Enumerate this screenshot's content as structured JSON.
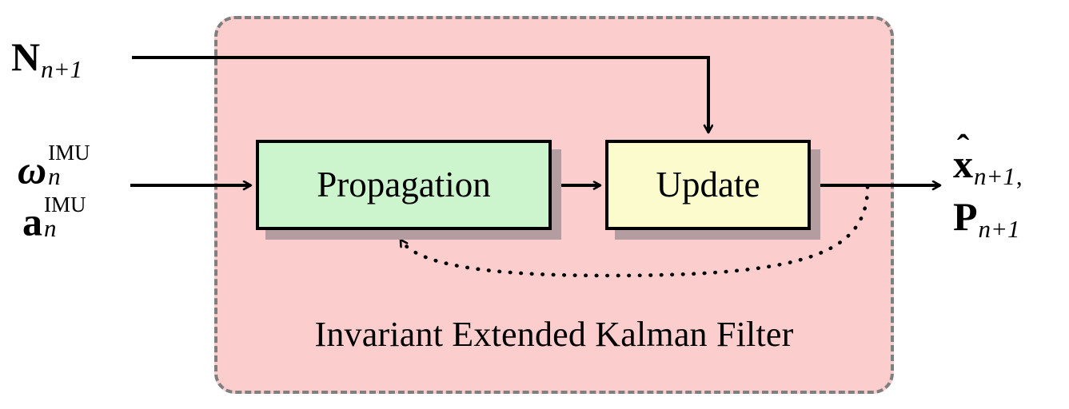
{
  "diagram": {
    "title": "Invariant Extended Kalman Filter block diagram",
    "panel": {
      "caption": "Invariant Extended Kalman Filter",
      "fill_color": "#fbcdcd",
      "border_color": "#7f7f7f",
      "border_style": "dashed"
    },
    "blocks": [
      {
        "id": "propagation",
        "label": "Propagation",
        "fill_color": "#cdf5cd",
        "border_color": "#000000",
        "shadow_color": "#b39da1"
      },
      {
        "id": "update",
        "label": "Update",
        "fill_color": "#fbfbcd",
        "border_color": "#000000",
        "shadow_color": "#b39da1"
      }
    ],
    "inputs": [
      {
        "id": "measurement-N",
        "symbol": "N",
        "superscript": "",
        "subscript": "n+1",
        "target": "update"
      },
      {
        "id": "imu-gyro",
        "symbol": "ω",
        "superscript": "IMU",
        "subscript": "n",
        "target": "propagation"
      },
      {
        "id": "imu-accel",
        "symbol": "a",
        "superscript": "IMU",
        "subscript": "n",
        "target": "propagation"
      }
    ],
    "outputs": [
      {
        "id": "state-estimate",
        "symbol": "x",
        "accent": "hat",
        "subscript": "n+1",
        "trailing": ","
      },
      {
        "id": "covariance",
        "symbol": "P",
        "accent": "none",
        "subscript": "n+1",
        "trailing": ""
      }
    ],
    "connections": [
      {
        "id": "imu-to-propagation",
        "style": "solid",
        "arrow": true
      },
      {
        "id": "propagation-to-update",
        "style": "solid",
        "arrow": true
      },
      {
        "id": "N-to-update",
        "style": "solid",
        "arrow": true
      },
      {
        "id": "update-to-output",
        "style": "solid",
        "arrow": true
      },
      {
        "id": "update-feedback-to-propagation",
        "style": "dotted",
        "arrow": true
      }
    ]
  },
  "glyphs": {
    "omega": "ω",
    "hat": "ˆ",
    "comma": ","
  }
}
